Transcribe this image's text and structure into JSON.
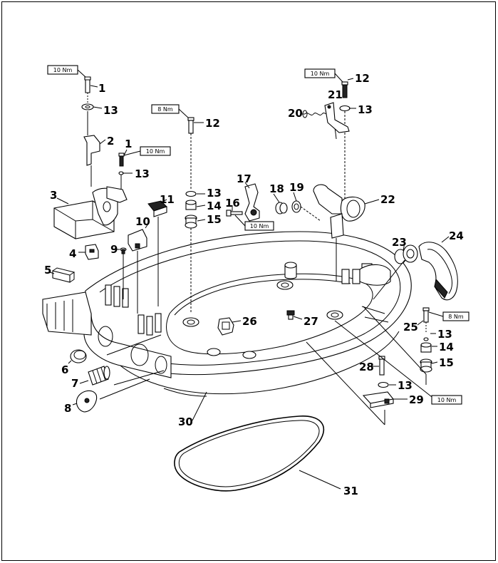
{
  "diagram": {
    "callouts": [
      "1",
      "13",
      "2",
      "1",
      "13",
      "3",
      "12",
      "13",
      "14",
      "15",
      "11",
      "10",
      "9",
      "4",
      "5",
      "6",
      "7",
      "8",
      "17",
      "16",
      "18",
      "19",
      "20",
      "21",
      "12",
      "13",
      "22",
      "23",
      "24",
      "26",
      "27",
      "25",
      "13",
      "14",
      "15",
      "28",
      "13",
      "29",
      "30",
      "31"
    ],
    "torque_labels": {
      "t1": "10 Nm",
      "t2": "10 Nm",
      "t3": "8 Nm",
      "t4": "10 Nm",
      "t5": "10 Nm",
      "t6": "8 Nm",
      "t7": "10 Nm"
    }
  }
}
